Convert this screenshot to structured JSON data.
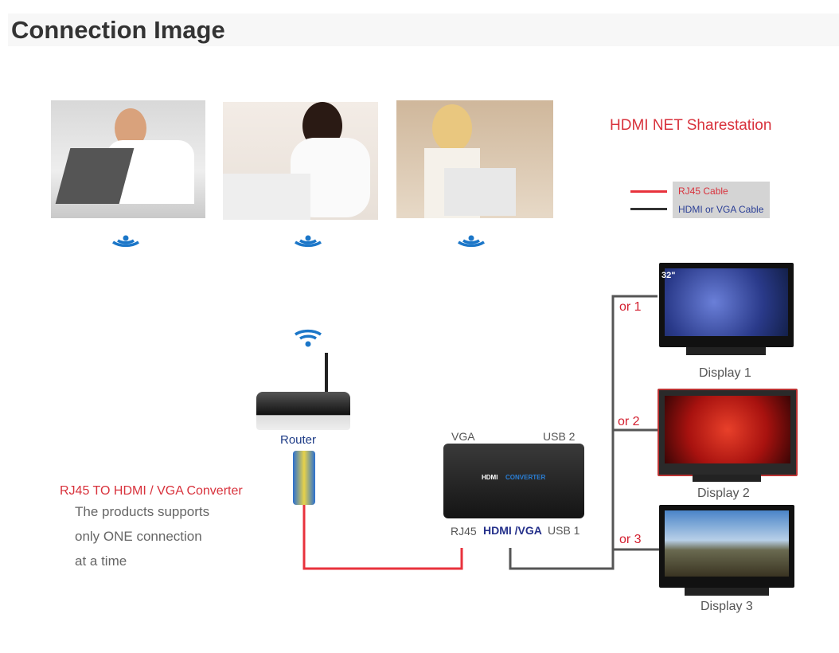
{
  "header": {
    "title": "Connection Image"
  },
  "diagram": {
    "title": "HDMI NET Sharestation",
    "legend": [
      {
        "label": "RJ45 Cable",
        "color": "#e8323c"
      },
      {
        "label": "HDMI or VGA Cable",
        "color": "#333333"
      }
    ],
    "router_label": "Router",
    "converter": {
      "top_left": "VGA",
      "top_right": "USB 2",
      "bottom_rj45": "RJ45",
      "bottom_hdmi": "HDMI /VGA",
      "bottom_usb": "USB 1",
      "brand_a": "HDMI",
      "brand_b": "CONVERTER"
    },
    "left_note": {
      "heading": "RJ45 TO HDMI / VGA Converter",
      "lines": [
        "The products supports",
        "only ONE connection",
        "at a time"
      ]
    },
    "options": [
      "or 1",
      "or 2",
      "or 3"
    ],
    "displays": [
      "Display 1",
      "Display 2",
      "Display 3"
    ],
    "tv_badge": "32\""
  }
}
